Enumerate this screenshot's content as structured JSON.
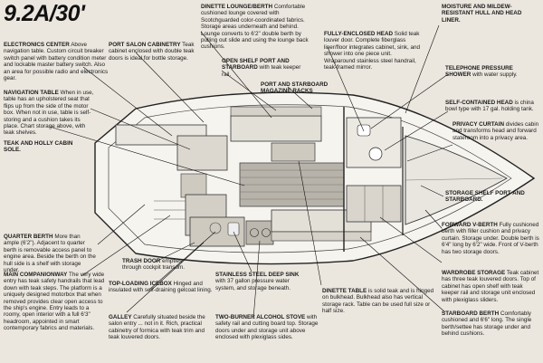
{
  "title": "9.2A/30'",
  "callouts": [
    {
      "id": "electronics",
      "label": "ELECTRONICS CENTER",
      "text": "Above navigation table. Custom circuit breaker switch panel with battery condition meter and lockable master battery switch. Also an area for possible radio and electronics gear."
    },
    {
      "id": "navtable",
      "label": "NAVIGATION TABLE",
      "text": "When in use, table has an upholstered seat that flips up from the side of the motor box. When not in use, table is self-storing and a cushion takes its place. Chart storage above, with teak shelves."
    },
    {
      "id": "teakholly",
      "label": "TEAK AND HOLLY CABIN SOLE.",
      "text": ""
    },
    {
      "id": "quarterberth",
      "label": "QUARTER BERTH",
      "text": "More than ample (6'2\"). Adjacent to quarter berth is removable access panel to engine area. Beside the berth on the hull side is a shelf with storage under."
    },
    {
      "id": "maincompanionway",
      "label": "MAIN COMPANIONWAY",
      "text": "The very wide entry has teak safety handrails that lead down with teak steps. The platform is a uniquely designed motorbox that when removed provides clear open access to the ship's engine. Entry leads to a roomy, open interior with a full 6'3\" headroom, appointed in smart contemporary fabrics and materials."
    },
    {
      "id": "portsalon",
      "label": "PORT SALON CABINETRY",
      "text": "Teak cabinet enclosed with double teak doors is ideal for bottle storage."
    },
    {
      "id": "dinette",
      "label": "DINETTE LOUNGE/BERTH",
      "text": "Comfortable cushioned lounge covered with Scotchguarded color-coordinated fabrics. Storage areas underneath and behind. Lounge converts to 6'2\" double berth by pulling out slide and using the lounge back cushions."
    },
    {
      "id": "openshelf",
      "label": "OPEN SHELF PORT AND STARBOARD",
      "text": "with teak keeper rail."
    },
    {
      "id": "magazineracks",
      "label": "PORT AND STARBOARD MAGAZINE RACKS",
      "text": ""
    },
    {
      "id": "head",
      "label": "FULLY-ENCLOSED HEAD",
      "text": "Solid teak louver door. Complete fiberglass liner/floor integrates cabinet, sink, and shower into one piece unit. Wraparound stainless steel handrail, teak-framed mirror."
    },
    {
      "id": "moisture",
      "label": "MOISTURE AND MILDEW-RESISTANT HULL AND HEAD LINER.",
      "text": ""
    },
    {
      "id": "telephone",
      "label": "TELEPHONE PRESSURE SHOWER",
      "text": "with water supply."
    },
    {
      "id": "selfcontained",
      "label": "SELF-CONTAINED HEAD",
      "text": "is china bowl type with 17 gal. holding tank."
    },
    {
      "id": "privacy",
      "label": "PRIVACY CURTAIN",
      "text": "divides cabin and transforms head and forward stateroom into a privacy area."
    },
    {
      "id": "storageshelf",
      "label": "STORAGE SHELF PORT AND STARBOARD.",
      "text": ""
    },
    {
      "id": "forwardvberth",
      "label": "FORWARD V-BERTH",
      "text": "Fully cushioned berth with filler cushion and privacy curtain. Storage under. Double berth is 6'4\" long by 6'2\" wide. Front of V-berth has two storage doors."
    },
    {
      "id": "wardrobe",
      "label": "WARDROBE STORAGE",
      "text": "Teak cabinet has three teak louvered doors. Top of cabinet has open shelf with teak keeper rail and storage unit enclosed with plexiglass sliders."
    },
    {
      "id": "starboardberth",
      "label": "STARBOARD BERTH",
      "text": "Comfortably cushioned and 6'6\" long. The single berth/settee has storage under and behind cushions."
    },
    {
      "id": "trashdoor",
      "label": "TRASH DOOR",
      "text": "empties through cockpit transom."
    },
    {
      "id": "icebox",
      "label": "TOP-LOADING ICEBOX",
      "text": "Hinged and insulated with self-draining gelcoat lining."
    },
    {
      "id": "galley",
      "label": "GALLEY",
      "text": "Carefully situated beside the salon entry ... not in it. Rich, practical cabinetry of formica with teak trim and teak louvered doors."
    },
    {
      "id": "sink",
      "label": "STAINLESS STEEL DEEP SINK",
      "text": "with 37 gallon pressure water system, and storage beneath."
    },
    {
      "id": "alcoholstove",
      "label": "TWO-BURNER ALCOHOL STOVE",
      "text": "with safety rail and cutting board top. Storage doors under and storage unit above enclosed with plexiglass sides."
    },
    {
      "id": "dinettetable",
      "label": "DINETTE TABLE",
      "text": "is solid teak and is hinged on bulkhead. Bulkhead also has vertical storage rack. Table can be used full size or half size."
    }
  ],
  "colors": {
    "paper": "#ebe7df",
    "ink": "#1a1a1a",
    "hull": "#f7f5f0",
    "teak": "#a9a59e",
    "dark": "#555"
  }
}
